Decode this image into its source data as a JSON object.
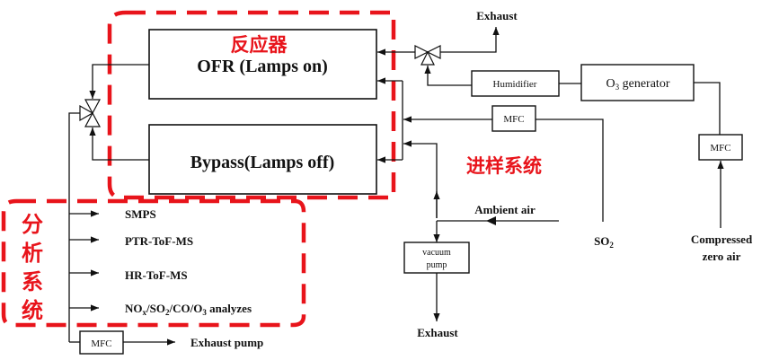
{
  "diagram": {
    "reactor_group_label": "反应器",
    "sampling_group_label": "进样系统",
    "analysis_group_label": [
      "分",
      "析",
      "系",
      "统"
    ],
    "ofr_box": "OFR  (Lamps on)",
    "bypass_box": "Bypass(Lamps off)",
    "top_exhaust": "Exhaust",
    "humidifier": "Humidifier",
    "o3_generator": {
      "main": "O",
      "sub": "3",
      "rest": " generator"
    },
    "mfc_so2": "MFC",
    "mfc_zero_air": "MFC",
    "mfc_exhaust": "MFC",
    "compressed_zero_air": [
      "Compressed",
      "zero air"
    ],
    "so2_label": {
      "main": "SO",
      "sub": "2"
    },
    "ambient_air": "Ambient air",
    "vacuum_pump": [
      "vacuum",
      "pump"
    ],
    "bottom_exhaust": "Exhaust",
    "instruments": [
      "SMPS",
      "PTR-ToF-MS",
      "HR-ToF-MS"
    ],
    "analyzers": {
      "p1": "NO",
      "s1": "x",
      "p2": "/SO",
      "s2": "2",
      "p3": "/CO/O",
      "s3": "3",
      "p4": " analyzes"
    },
    "exhaust_pump": "Exhaust pump",
    "colors": {
      "group_outline": "#e8141b",
      "line": "#111111"
    }
  }
}
